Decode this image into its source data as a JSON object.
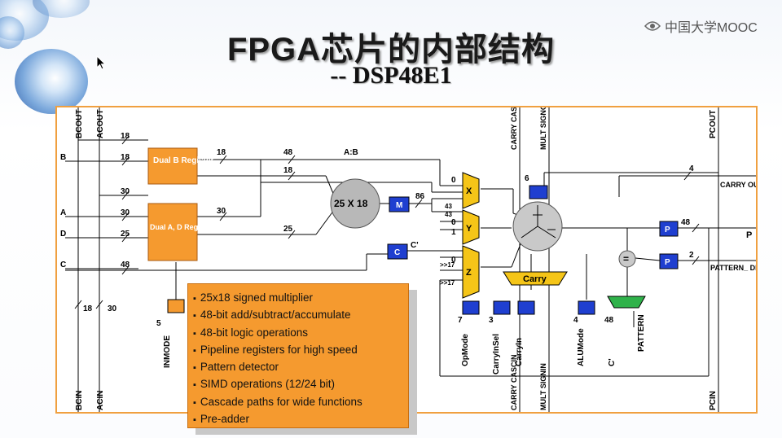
{
  "title": "FPGA芯片的内部结构",
  "subtitle": "-- DSP48E1",
  "watermark": "中国大学MOOC",
  "colors": {
    "orange": "#f59a2f",
    "blue": "#1f3fd0",
    "yellow": "#f5c518",
    "green": "#2fb24a",
    "border": "#f0a040"
  },
  "diagram": {
    "top_ports": [
      "BCOUT",
      "ACOUT",
      "CARRY CASCOUT",
      "MULT SIGNOUT",
      "PCOUT"
    ],
    "bottom_ports": [
      "BCIN",
      "ACIN",
      "CARRY CASCIN",
      "MULT SIGNIN",
      "PCIN"
    ],
    "left_inputs": [
      "B",
      "A",
      "D",
      "C"
    ],
    "right_outputs": [
      "CARRY OUT",
      "P",
      "PATTERN_ DETECT"
    ],
    "blocks": {
      "dual_b": "Dual B Register",
      "dual_ad": "Dual A, D Register With Pre-adder",
      "multiplier": "25 X 18",
      "carry": "Carry",
      "x_mux": "X",
      "y_mux": "Y",
      "z_mux": "Z",
      "m_reg": "M",
      "c_reg": "C",
      "p_reg": "P",
      "equals": "="
    },
    "bit_widths": {
      "b_top": "18",
      "b_in": "18",
      "b_out": "18",
      "ab_width": "48",
      "ab_label": "A:B",
      "mult_b": "18",
      "a_to_b": "30",
      "a_in": "30",
      "a_out": "30",
      "d_in": "25",
      "mult_a": "25",
      "c_in": "48",
      "c_prime": "C'",
      "m_out": "86",
      "m_43a": "43",
      "m_43b": "43",
      "acin_w": "30",
      "bcin_w": "18",
      "z_in": "0",
      "zero_x": "0",
      "zero_y": "0",
      "one_y": "1",
      "shift1": ">>17",
      "shift2": ">>17",
      "carry_w": "4",
      "p_w": "48",
      "pd_w": "2",
      "opmode_w": "7",
      "carryinsel_w": "3",
      "alumode_w": "4",
      "pattern_w": "48",
      "inmode_w": "5",
      "loop_w": "6"
    },
    "control_labels": [
      "OpMode",
      "CarryInSel",
      "CarryIn",
      "ALUMode",
      "C'",
      "PATTERN",
      "INMODE"
    ]
  },
  "features": [
    "25x18 signed multiplier",
    "48-bit add/subtract/accumulate",
    "48-bit logic operations",
    "Pipeline registers for high speed",
    "Pattern detector",
    "SIMD operations (12/24 bit)",
    "Cascade paths for wide functions",
    "Pre-adder"
  ]
}
